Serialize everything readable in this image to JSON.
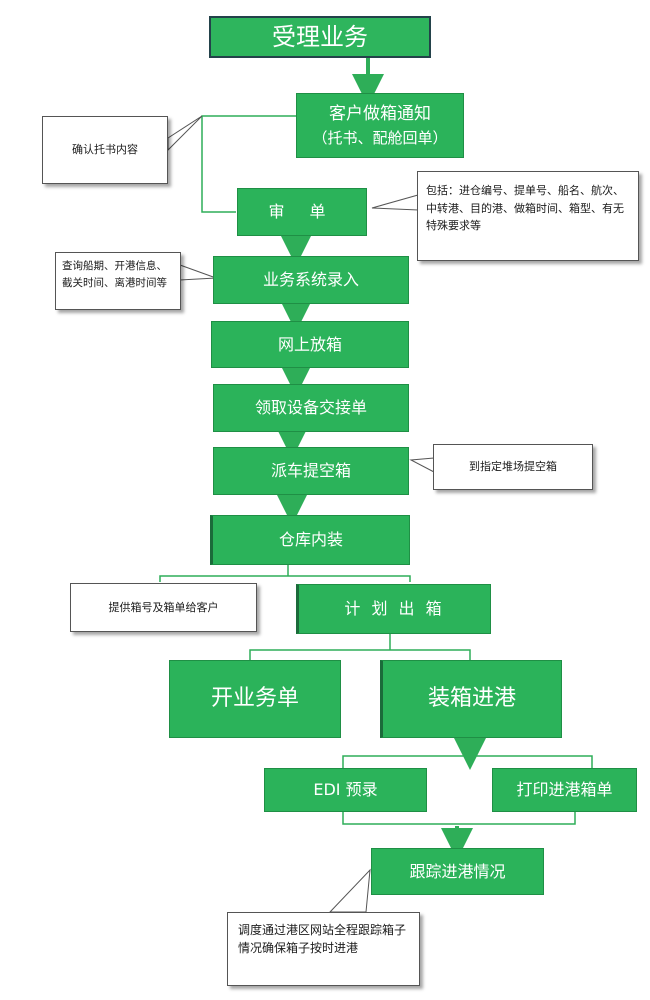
{
  "nodes": {
    "accept": "受理业务",
    "customer_notice_line1": "客户做箱通知",
    "customer_notice_line2": "（托书、配舱回单）",
    "review": "审 单",
    "system_entry": "业务系统录入",
    "online_release": "网上放箱",
    "equipment_receipt": "领取设备交接单",
    "dispatch_truck": "派车提空箱",
    "warehouse_packing": "仓库内装",
    "plan_out": "计 划 出 箱",
    "open_order": "开业务单",
    "packing_in_port": "装箱进港",
    "edi": "EDI 预录",
    "print_in_port": "打印进港箱单",
    "track": "跟踪进港情况"
  },
  "notes": {
    "confirm_booking": "确认托书内容",
    "review_includes": "包括：进仓编号、提单号、船名、航次、中转港、目的港、做箱时间、箱型、有无特殊要求等",
    "query_ship": "查询船期、开港信息、截关时间、离港时间等",
    "designated_yard": "到指定堆场提空箱",
    "provide_container": "提供箱号及箱单给客户",
    "track_detail": "调度通过港区网站全程跟踪箱子情况确保箱子按时进港"
  },
  "colors": {
    "box_fill": "#2bb35a",
    "line": "#2eae58",
    "box_text": "#ffffff"
  }
}
